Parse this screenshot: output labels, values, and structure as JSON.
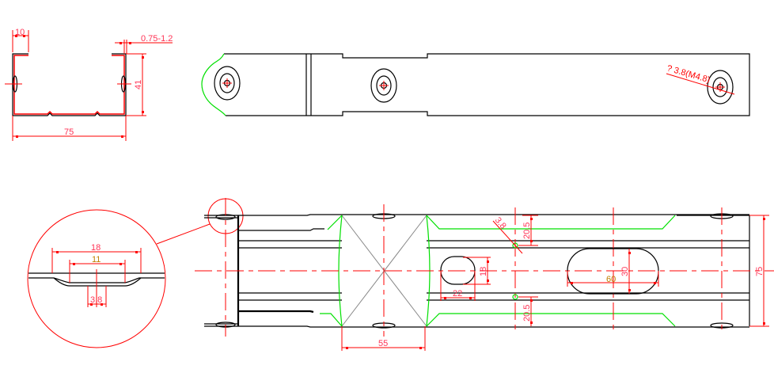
{
  "drawing": {
    "section_view": {
      "lip_width": "10",
      "thickness": "0.75-1.2",
      "height": "41",
      "width": "75"
    },
    "top_view": {
      "hole_callout": "? 3.8(M4.8)"
    },
    "detail_view": {
      "outer_width": "18",
      "inner_width": "11",
      "hole_diameter": "3.8"
    },
    "bottom_view": {
      "angle_label": "3.8",
      "dim_top_offset": "20.5",
      "dim_bottom_offset": "20.5",
      "small_slot_height": "18",
      "small_slot_width": "22",
      "large_slot_length": "60",
      "large_slot_height": "30",
      "overall_width": "75",
      "stiffener_width": "55"
    },
    "colors": {
      "dimension": "#ff0000",
      "outline": "#000000",
      "bend": "#00e000"
    }
  }
}
